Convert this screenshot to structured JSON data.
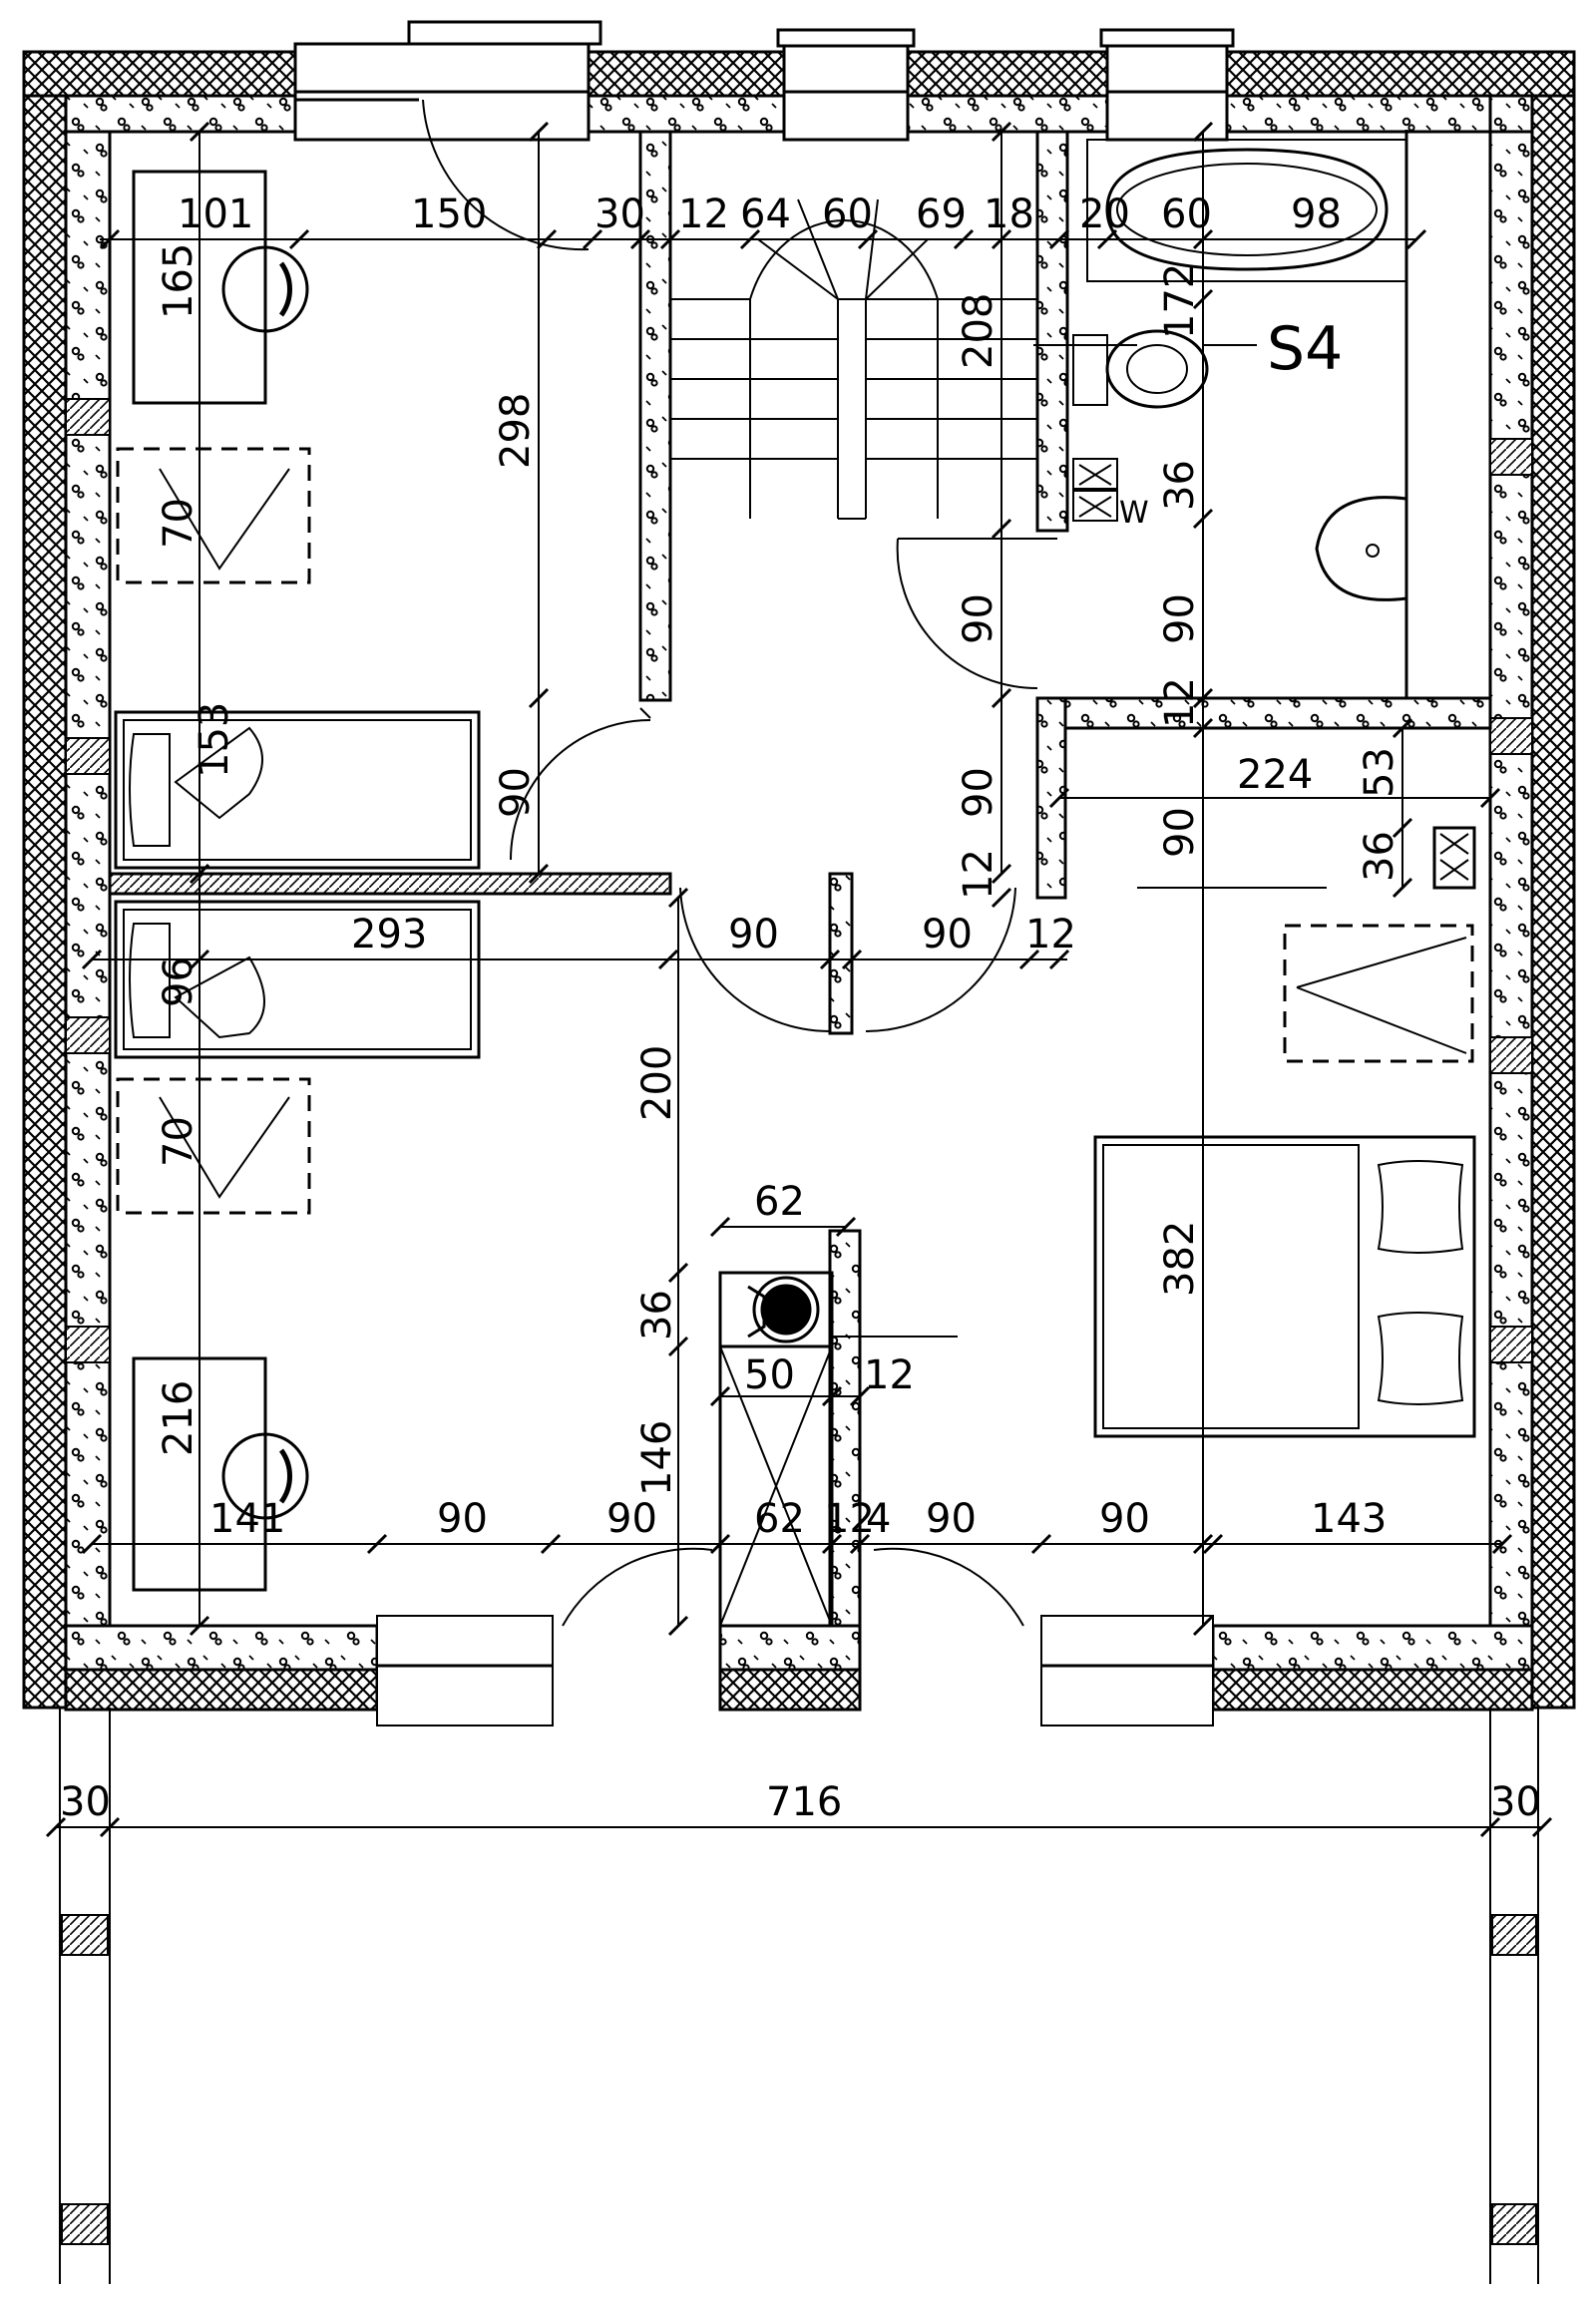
{
  "plan": {
    "section_mark": "S4",
    "ventilation_label": "W",
    "dimensions": {
      "top": [
        "101",
        "150",
        "30",
        "12",
        "64",
        "60",
        "69",
        "18",
        "20",
        "60",
        "98"
      ],
      "mid": [
        "293",
        "90",
        "90",
        "12"
      ],
      "bottom": [
        "141",
        "90",
        "90",
        "62",
        "12",
        "4",
        "90",
        "90",
        "143"
      ],
      "terrace": [
        "30",
        "716",
        "30"
      ],
      "desk_top": "165",
      "wardrobe_top": "70",
      "bed_top": "153",
      "room_height_left": "298",
      "door_left": "90",
      "stair_height": "208",
      "bath_height": "172",
      "vent_height": "36",
      "door_hall": "90",
      "door_hall_lower": "90",
      "door_bath": "90",
      "wall_12_a": "12",
      "wall_12_b": "12",
      "bedroom_width": "224",
      "bedroom_53": "53",
      "bedroom_36": "36",
      "door_bedroom": "90",
      "bed_lower": "96",
      "wardrobe_lower": "70",
      "room_200": "200",
      "chimney_62": "62",
      "chimney_36": "36",
      "chimney_50": "50",
      "chimney_12": "12",
      "room_146": "146",
      "desk_lower": "216",
      "bedroom_382": "382"
    }
  },
  "colors": {
    "line": "#000000",
    "background": "#ffffff"
  }
}
